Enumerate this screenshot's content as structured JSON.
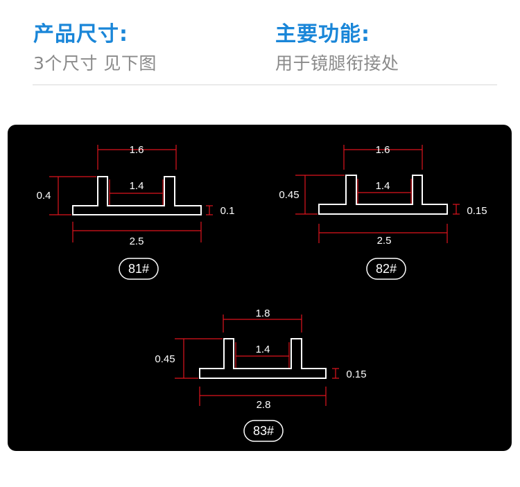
{
  "header": {
    "left_title": "产品尺寸:",
    "left_sub": "3个尺寸 见下图",
    "right_title": "主要功能:",
    "right_sub": "用于镜腿衔接处"
  },
  "diagrams": [
    {
      "label": "81#",
      "top_width": "1.6",
      "inner_width": "1.4",
      "height": "0.4",
      "base_thickness": "0.1",
      "base_width": "2.5"
    },
    {
      "label": "82#",
      "top_width": "1.6",
      "inner_width": "1.4",
      "height": "0.45",
      "base_thickness": "0.15",
      "base_width": "2.5"
    },
    {
      "label": "83#",
      "top_width": "1.8",
      "inner_width": "1.4",
      "height": "0.45",
      "base_thickness": "0.15",
      "base_width": "2.8"
    }
  ],
  "colors": {
    "accent": "#1a86d8",
    "dimension_line": "#e0141e",
    "profile": "#ffffff",
    "panel": "#000000"
  }
}
